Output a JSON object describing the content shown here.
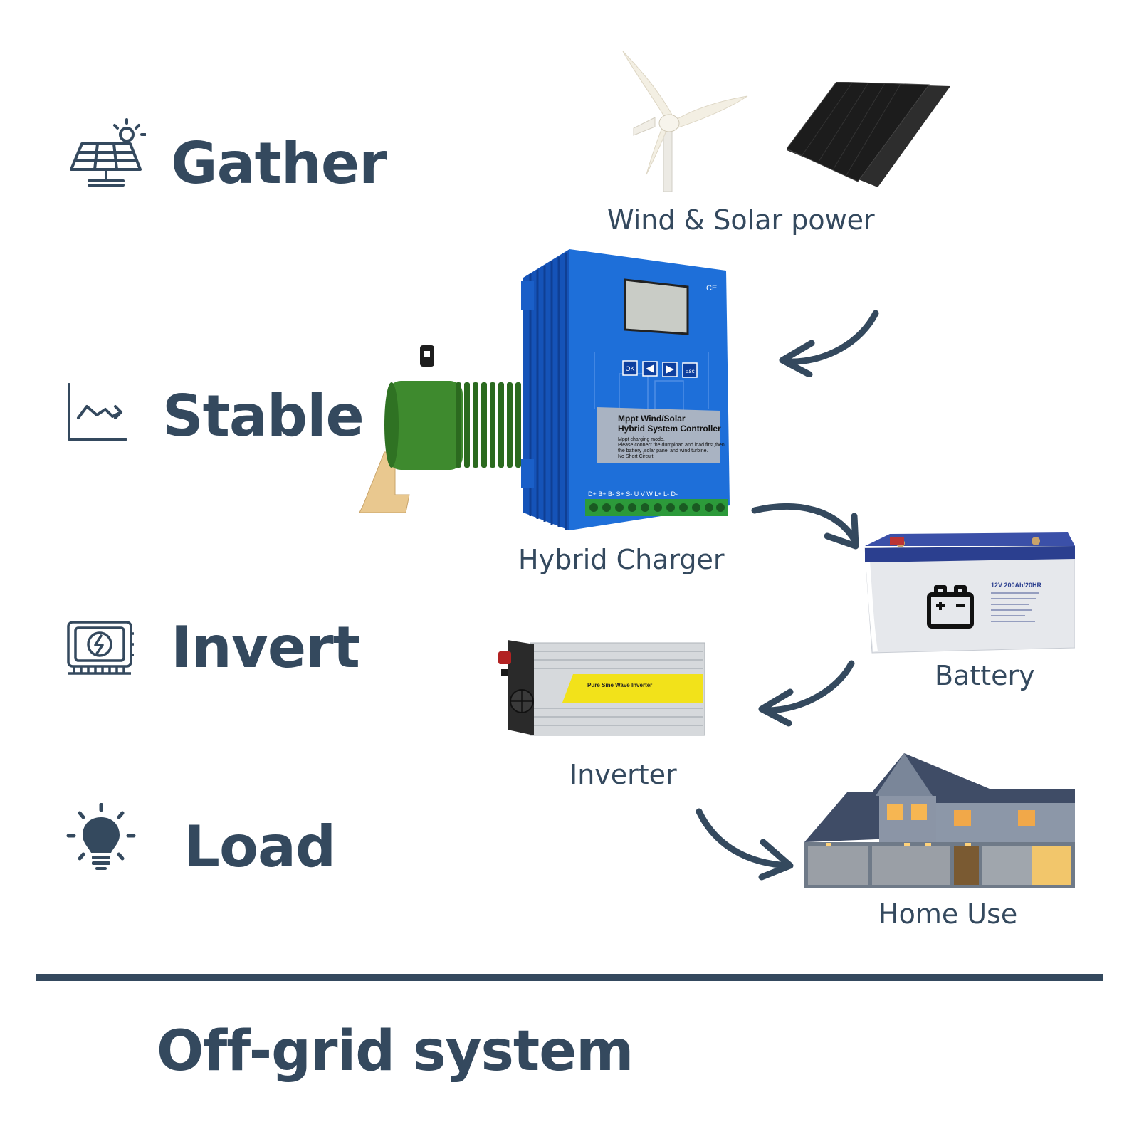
{
  "steps": [
    {
      "label": "Gather",
      "icon": "solar-panel-icon"
    },
    {
      "label": "Stable",
      "icon": "line-chart-icon"
    },
    {
      "label": "Invert",
      "icon": "inverter-chip-icon"
    },
    {
      "label": "Load",
      "icon": "light-bulb-icon"
    }
  ],
  "components": {
    "source": "Wind & Solar power",
    "charger": "Hybrid Charger",
    "battery": "Battery",
    "inverter": "Inverter",
    "home": "Home Use"
  },
  "product_text": {
    "controller_title_line1": "Mppt Wind/Solar",
    "controller_title_line2": "Hybrid System Controller",
    "controller_note_line1": "Mppt charging mode.",
    "controller_note_line2": "Please connect the dumpload and load first,then",
    "controller_note_line3": "the battery ,solar panel and wind turbine.",
    "controller_note_line4": "No Short Circuit!",
    "button_ok": "OK",
    "button_esc": "Esc",
    "ce_mark": "CE",
    "terminals": "D+ B+ B- S+ S- U V W L+ L- D-",
    "battery_spec": "12V 200Ah/20HR",
    "inverter_label": "Pure Sine Wave Inverter"
  },
  "footer": {
    "title": "Off-grid system"
  },
  "colors": {
    "text": "#34495e",
    "controller_blue": "#1e6fd9",
    "battery_lid": "#2b3f8f",
    "inverter_yellow": "#f2e21a"
  }
}
